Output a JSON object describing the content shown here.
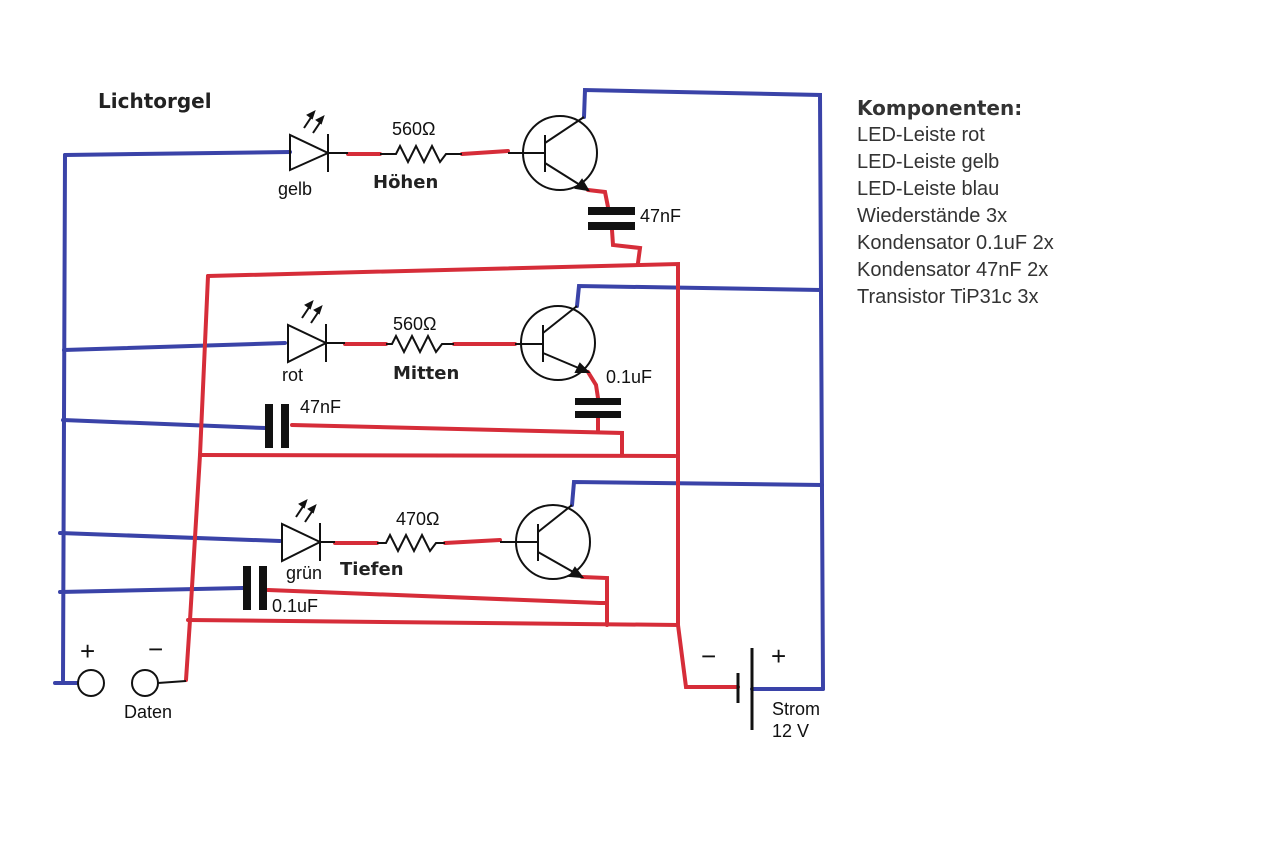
{
  "title": "Lichtorgel",
  "stages": [
    {
      "led": "gelb",
      "resistor": "560Ω",
      "band": "Höhen",
      "capacitor": "47nF"
    },
    {
      "led": "rot",
      "resistor": "560Ω",
      "band": "Mitten",
      "capacitor": "0.1uF",
      "input_capacitor": "47nF"
    },
    {
      "led": "grün",
      "resistor": "470Ω",
      "band": "Tiefen",
      "input_capacitor": "0.1uF"
    }
  ],
  "input": {
    "plus": "+",
    "minus": "−",
    "label": "Daten"
  },
  "power": {
    "minus": "−",
    "plus": "+",
    "label": "Strom",
    "voltage": "12 V"
  },
  "components": {
    "title": "Komponenten:",
    "items": [
      "LED-Leiste rot",
      "LED-Leiste gelb",
      "LED-Leiste blau",
      "Wiederstände 3x",
      "Kondensator 0.1uF 2x",
      "Kondensator 47nF 2x",
      "Transistor TiP31c 3x"
    ]
  },
  "colors": {
    "blue_wire": "#3a43a8",
    "red_wire": "#d62d39",
    "component": "#111111"
  }
}
